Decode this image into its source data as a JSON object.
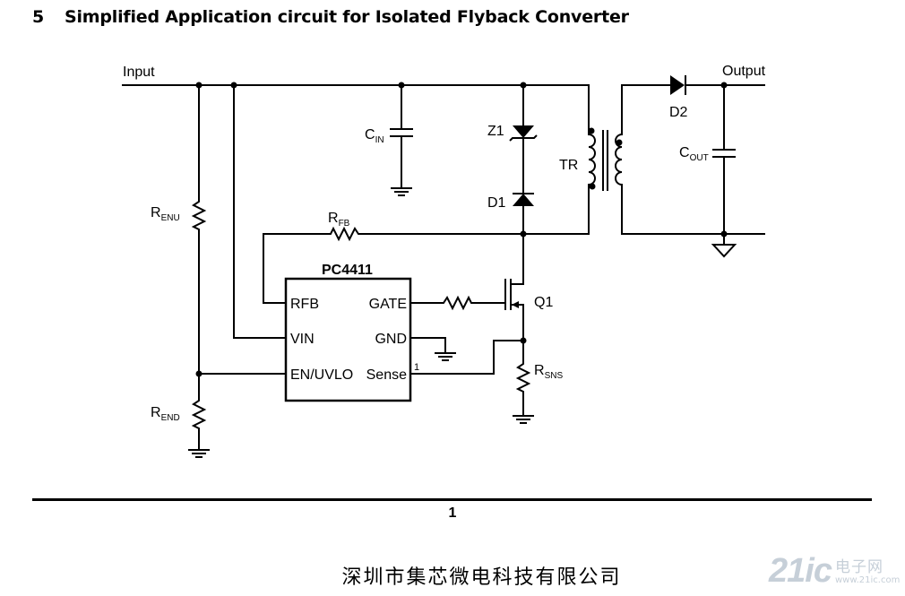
{
  "section": {
    "number": "5",
    "title": "Simplified Application circuit for Isolated Flyback Converter"
  },
  "labels": {
    "input": "Input",
    "output": "Output",
    "cin_main": "C",
    "cin_sub": "IN",
    "cout_main": "C",
    "cout_sub": "OUT",
    "renu_main": "R",
    "renu_sub": "ENU",
    "rend_main": "R",
    "rend_sub": "END",
    "rfb_main": "R",
    "rfb_sub": "FB",
    "rsns_main": "R",
    "rsns_sub": "SNS",
    "z1": "Z1",
    "d1": "D1",
    "d2": "D2",
    "tr": "TR",
    "q1": "Q1"
  },
  "ic": {
    "name": "PC4411",
    "pins_left": [
      "RFB",
      "VIN",
      "EN/UVLO"
    ],
    "pins_right": [
      "GATE",
      "GND",
      "Sense"
    ],
    "pin1_marker": "1"
  },
  "footer": {
    "page_number": "1",
    "company": "深圳市集芯微电科技有限公司"
  },
  "watermark": {
    "brand": "21ic",
    "cn": "电子网",
    "url": "www.21ic.com"
  }
}
